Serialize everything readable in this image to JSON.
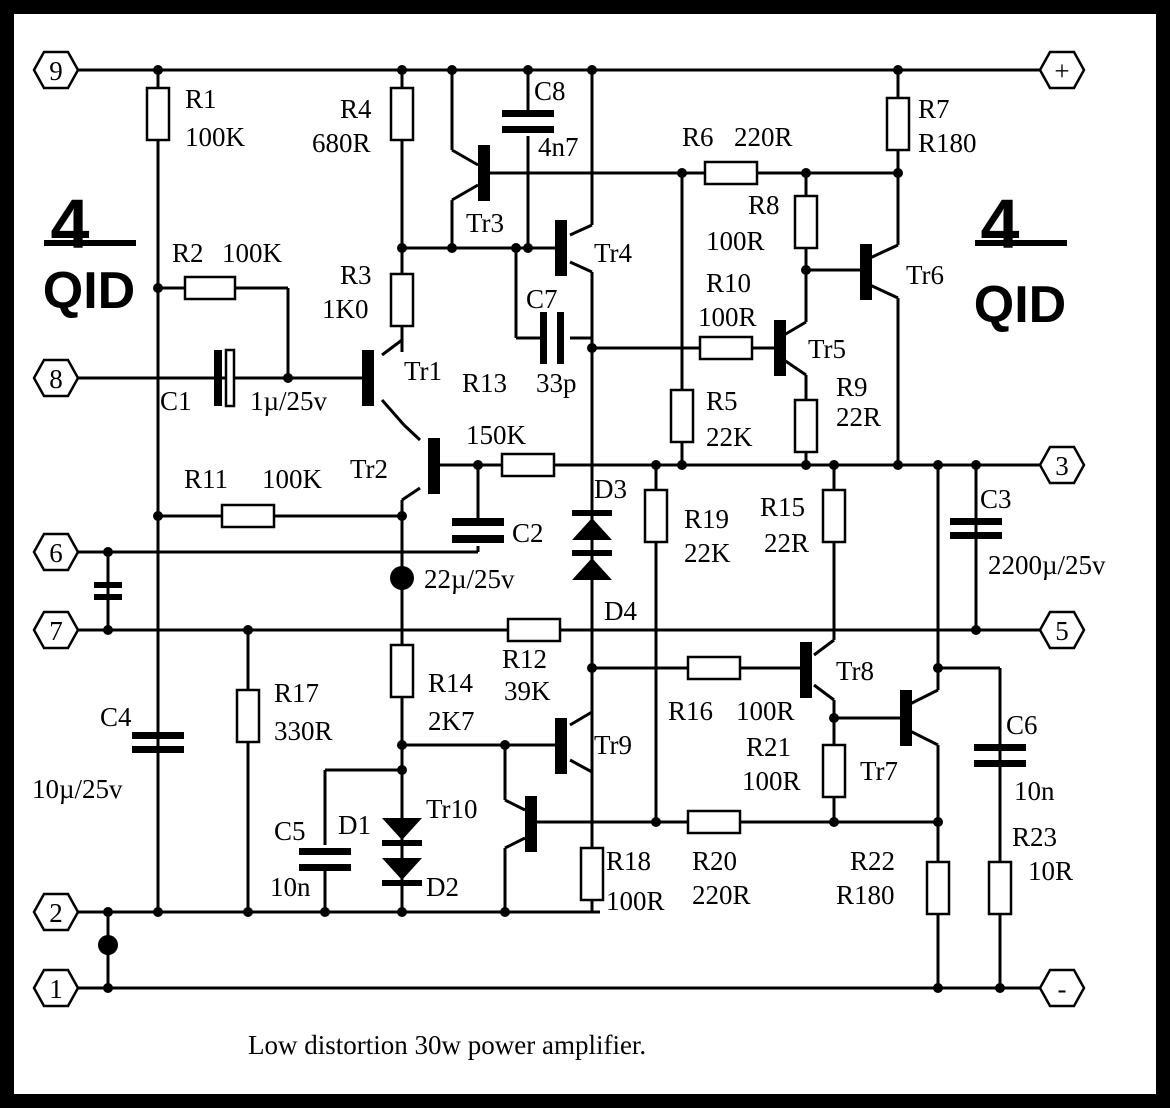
{
  "caption": "Low distortion 30w power amplifier.",
  "logo": {
    "top": "4",
    "bottom": "QID"
  },
  "terminals": {
    "t9": "9",
    "t8": "8",
    "t6": "6",
    "t7": "7",
    "t2": "2",
    "t1": "1",
    "tplus": "+",
    "t3": "3",
    "t5": "5",
    "tminus": "-"
  },
  "components": {
    "R1": {
      "ref": "R1",
      "val": "100K"
    },
    "R2": {
      "ref": "R2",
      "val": "100K"
    },
    "R3": {
      "ref": "R3",
      "val": "1K0"
    },
    "R4": {
      "ref": "R4",
      "val": "680R"
    },
    "R5": {
      "ref": "R5",
      "val": "22K"
    },
    "R6": {
      "ref": "R6",
      "val": "220R"
    },
    "R7": {
      "ref": "R7",
      "val": "R180"
    },
    "R8": {
      "ref": "R8",
      "val": "100R"
    },
    "R9": {
      "ref": "R9",
      "val": "22R"
    },
    "R10": {
      "ref": "R10",
      "val": "100R"
    },
    "R11": {
      "ref": "R11",
      "val": "100K"
    },
    "R12": {
      "ref": "R12",
      "val": "39K"
    },
    "R13": {
      "ref": "R13",
      "val": "150K"
    },
    "R14": {
      "ref": "R14",
      "val": "2K7"
    },
    "R15": {
      "ref": "R15",
      "val": "22R"
    },
    "R16": {
      "ref": "R16",
      "val": "100R"
    },
    "R17": {
      "ref": "R17",
      "val": "330R"
    },
    "R18": {
      "ref": "R18",
      "val": "100R"
    },
    "R19": {
      "ref": "R19",
      "val": "22K"
    },
    "R20": {
      "ref": "R20",
      "val": "220R"
    },
    "R21": {
      "ref": "R21",
      "val": "100R"
    },
    "R22": {
      "ref": "R22",
      "val": "R180"
    },
    "R23": {
      "ref": "R23",
      "val": "10R"
    },
    "C1": {
      "ref": "C1",
      "val": "1µ/25v"
    },
    "C2": {
      "ref": "C2",
      "val": "22µ/25v"
    },
    "C3": {
      "ref": "C3",
      "val": "2200µ/25v"
    },
    "C4": {
      "ref": "C4",
      "val": "10µ/25v"
    },
    "C5": {
      "ref": "C5",
      "val": "10n"
    },
    "C6": {
      "ref": "C6",
      "val": "10n"
    },
    "C7": {
      "ref": "C7",
      "val": "33p"
    },
    "C8": {
      "ref": "C8",
      "val": "4n7"
    },
    "D1": "D1",
    "D2": "D2",
    "D3": "D3",
    "D4": "D4",
    "Tr1": "Tr1",
    "Tr2": "Tr2",
    "Tr3": "Tr3",
    "Tr4": "Tr4",
    "Tr5": "Tr5",
    "Tr6": "Tr6",
    "Tr7": "Tr7",
    "Tr8": "Tr8",
    "Tr9": "Tr9",
    "Tr10": "Tr10"
  }
}
